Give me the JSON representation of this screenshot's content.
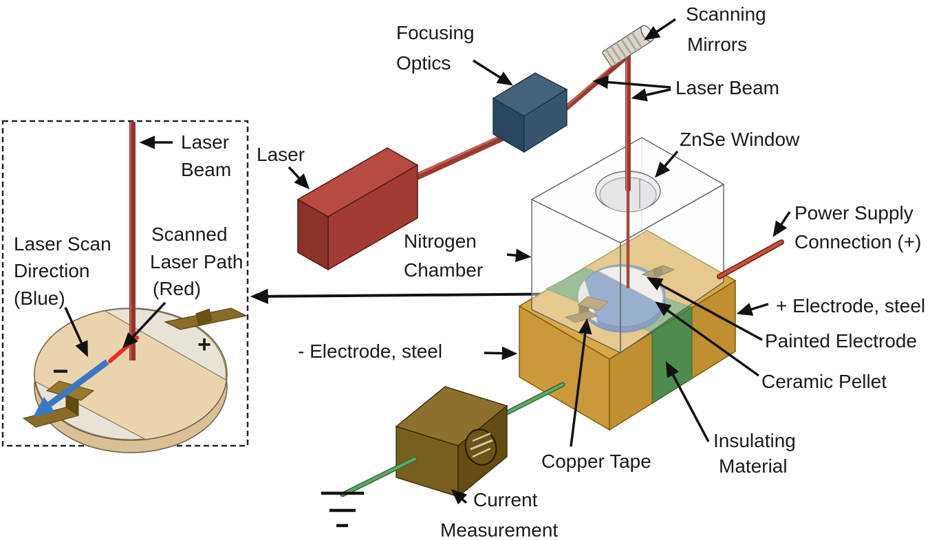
{
  "figure_type": "experimental-setup-diagram",
  "labels": {
    "laser": "Laser",
    "focusing_optics": {
      "line1": "Focusing",
      "line2": "Optics"
    },
    "scanning_mirrors": {
      "line1": "Scanning",
      "line2": "Mirrors"
    },
    "laser_beam": "Laser Beam",
    "znse_window": "ZnSe Window",
    "nitrogen_chamber": {
      "line1": "Nitrogen",
      "line2": "Chamber"
    },
    "power_supply": {
      "line1": "Power Supply",
      "line2": "Connection (+)"
    },
    "electrode_positive": "+ Electrode, steel",
    "painted_electrode": "Painted Electrode",
    "ceramic_pellet": "Ceramic Pellet",
    "electrode_negative": "- Electrode, steel",
    "copper_tape": "Copper Tape",
    "insulating_material": {
      "line1": "Insulating",
      "line2": "Material"
    },
    "current_measurement": {
      "line1": "Current",
      "line2": "Measurement"
    },
    "inset": {
      "laser_beam": {
        "line1": "Laser",
        "line2": "Beam"
      },
      "scan_direction": {
        "line1": "Laser Scan",
        "line2": "Direction",
        "line3": "(Blue)"
      },
      "scanned_path": {
        "line1": "Scanned",
        "line2": "Laser Path",
        "line3": "(Red)"
      },
      "plus": "+",
      "minus": "−"
    }
  },
  "colors": {
    "laser_box_red": "#a23c32",
    "beam_red": "#9c3a31",
    "optics_blue": "#37556e",
    "mirror_gray": "#d9d5c9",
    "electrode_gold": "#d9a845",
    "insulator_green": "#4e8c4e",
    "pellet_blue": "#5b7db0",
    "painted_white": "#eae7de",
    "copper_brown": "#8a6b2a",
    "current_box_brown": "#775f1f",
    "wire_green": "#5fa965",
    "wire_red": "#c8503e",
    "scan_arrow_blue": "#3b78c3",
    "scanned_path_red": "#ee2b1d",
    "pellet_tan": "#ead4ad",
    "annotation_black": "#111111"
  }
}
